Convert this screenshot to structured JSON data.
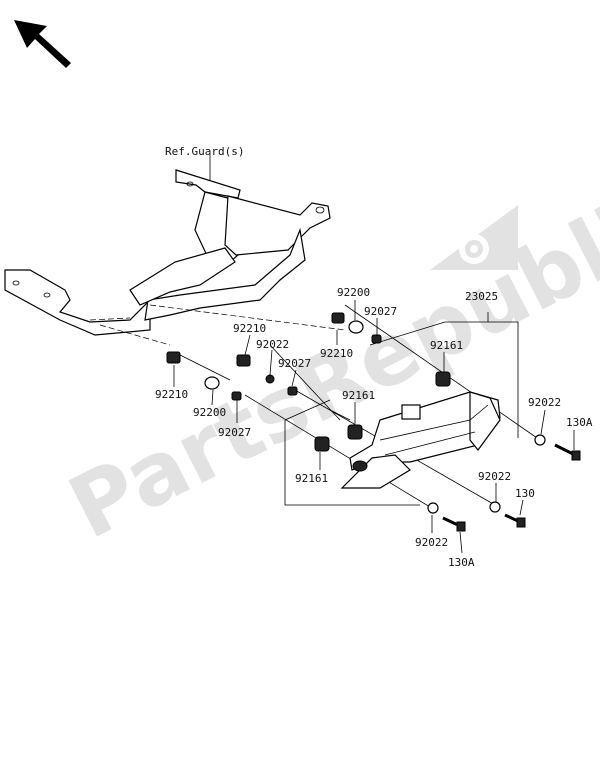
{
  "watermark": "PartsRepublik",
  "icons": {
    "direction": "direction-arrow-icon",
    "gear": "gear-icon"
  },
  "labels": {
    "ref_guard": "Ref.Guard(s)",
    "assembly": "23025",
    "p92200_a": "92200",
    "p92027_a": "92027",
    "p92210_a": "92210",
    "p92161_a": "92161",
    "p92210_b": "92210",
    "p92022_a": "92022",
    "p92027_b": "92027",
    "p92161_b": "92161",
    "p92210_c": "92210",
    "p92200_b": "92200",
    "p92027_c": "92027",
    "p92161_c": "92161",
    "p92022_b": "92022",
    "p130A_a": "130A",
    "p92022_c": "92022",
    "p130": "130",
    "p92022_d": "92022",
    "p130A_b": "130A"
  }
}
